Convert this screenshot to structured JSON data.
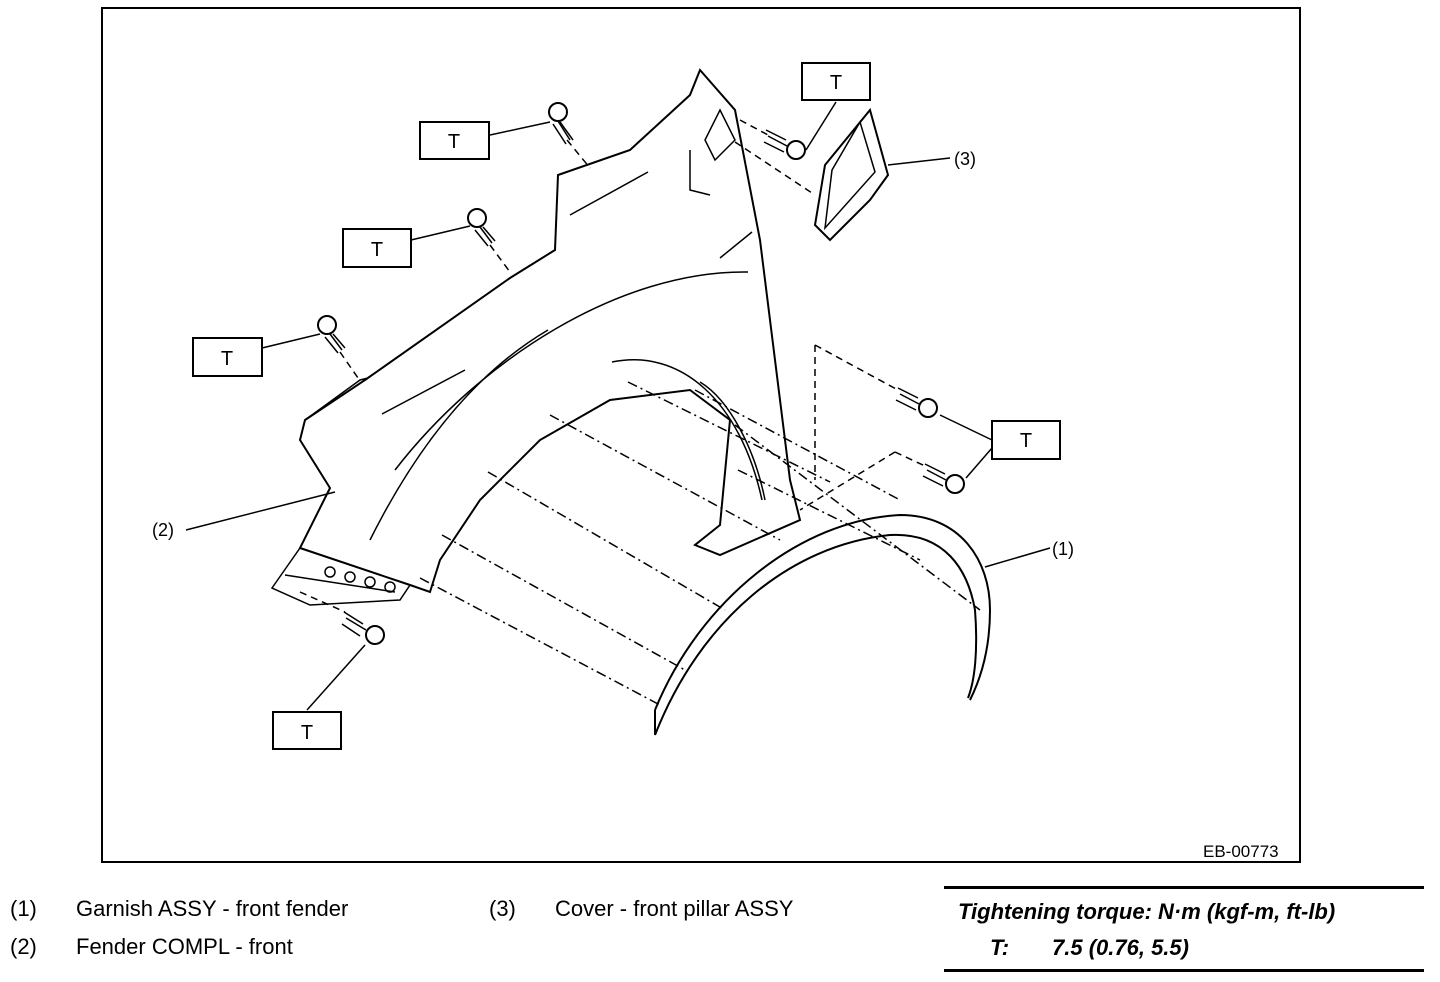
{
  "figure_id": "EB-00773",
  "torque_symbol": "T",
  "callouts": [
    "(1)",
    "(2)",
    "(3)"
  ],
  "legend": [
    {
      "num": "(1)",
      "label": "Garnish ASSY - front fender"
    },
    {
      "num": "(2)",
      "label": "Fender COMPL - front"
    },
    {
      "num": "(3)",
      "label": "Cover - front pillar ASSY"
    }
  ],
  "torque_table": {
    "title": "Tightening torque: N·m (kgf-m, ft-lb)",
    "symbol": "T:",
    "value": "7.5 (0.76, 5.5)"
  }
}
